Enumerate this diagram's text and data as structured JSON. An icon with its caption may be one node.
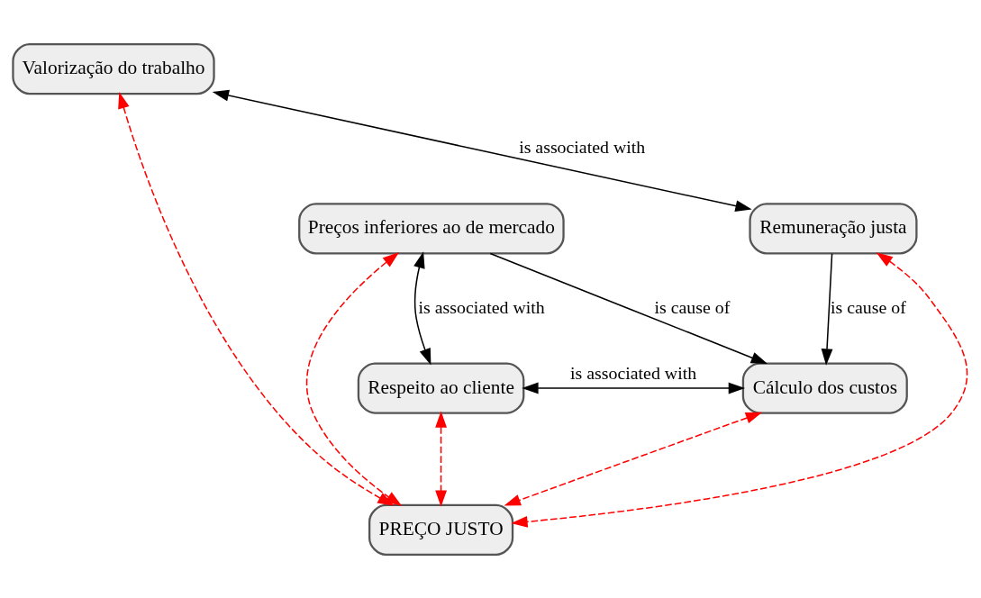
{
  "diagram": {
    "nodes": [
      {
        "text": [
          "Valorização do trabalho"
        ]
      },
      {
        "text": [
          "Preços inferiores ao de mercado"
        ]
      },
      {
        "text": [
          "Remuneração justa"
        ]
      },
      {
        "text": [
          "Respeito ao cliente"
        ]
      },
      {
        "text": [
          "Cálculo dos custos"
        ]
      },
      {
        "text": [
          "PREÇO JUSTO"
        ]
      }
    ],
    "edges": [
      {
        "from": 0,
        "to": 2,
        "arrow": "both",
        "label": "is associated with"
      },
      {
        "from": 1,
        "to": 3,
        "arrow": "both",
        "label": "is associated with"
      },
      {
        "from": 1,
        "to": 4,
        "arrow": "to",
        "label": "is cause of"
      },
      {
        "from": 2,
        "to": 4,
        "arrow": "to",
        "label": "is cause of"
      },
      {
        "from": 3,
        "to": 4,
        "arrow": "both",
        "label": "is associated with"
      },
      {
        "from": 3,
        "to": 5,
        "arrow": "both",
        "style": "dashed",
        "color": "#ff0000"
      },
      {
        "from": 1,
        "to": 5,
        "arrow": "both",
        "style": "dashed",
        "color": "#ff0000"
      },
      {
        "from": 0,
        "to": 5,
        "arrow": "both",
        "style": "dashed",
        "color": "#ff0000"
      },
      {
        "from": 2,
        "to": 5,
        "arrow": "both",
        "style": "dashed",
        "color": "#ff0000"
      },
      {
        "from": 4,
        "to": 5,
        "arrow": "both",
        "style": "dashed",
        "color": "#ff0000"
      }
    ]
  }
}
